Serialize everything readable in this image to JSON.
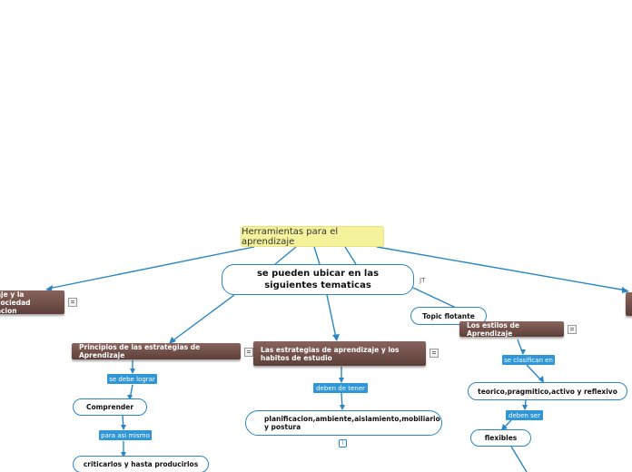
{
  "central": "Herramientas para el aprendizaje",
  "main_pill": "se pueden ubicar en las siguientes tematicas",
  "left_partial": {
    "line1": "aje y la sociedad",
    "line2": "acion"
  },
  "floating_topic": "Topic flotante",
  "topics": {
    "principios": "Principios de las estrategias de Aprendizaje",
    "estrategias": "Las estrategias de aprendizaje y los habitos de estudio",
    "estilos": "Los estilos de Aprendizaje"
  },
  "labels": {
    "se_debe_lograr": "se debe lograr",
    "para_asi_mismo": "para asi mismo",
    "deben_de_tener": "deben de tener",
    "se_clasifican_en": "se clasifican en",
    "deben_ser": "deben ser"
  },
  "pills": {
    "comprender": "Comprender",
    "criticarlos": "criticarlos y hasta producirlos",
    "planificacion": "planificacion,ambiente,aislamiento,mobiliario y postura",
    "teorico": "teorico,pragmitico,activo y reflexivo",
    "flexibles": "flexibles"
  },
  "info_mark": "i",
  "jt_mark": "JT",
  "colors": {
    "link": "#2a86c4",
    "central_bg": "#f5f29c",
    "topic_bg": "#6e4f48",
    "label_bg": "#2f96d8"
  },
  "icons": [
    "note-icon",
    "info-icon"
  ]
}
